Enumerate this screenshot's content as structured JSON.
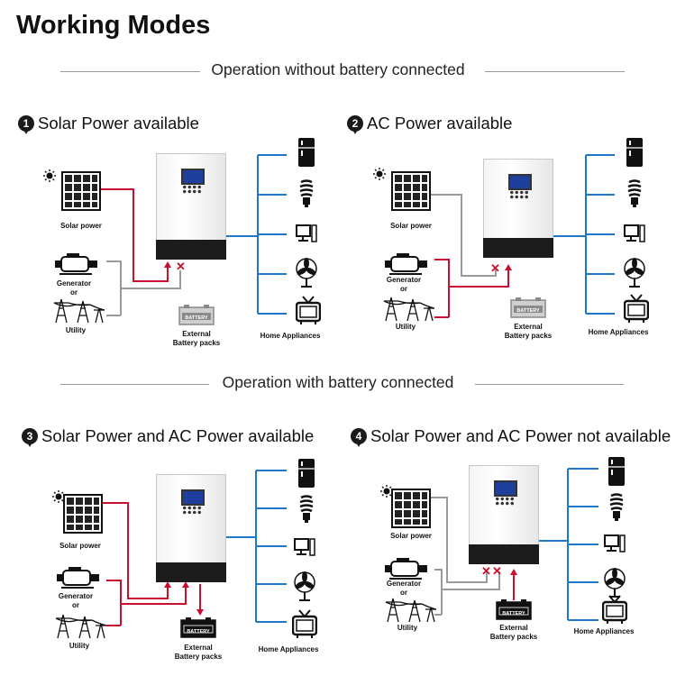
{
  "title": "Working Modes",
  "sections": [
    {
      "label": "Operation without battery connected"
    },
    {
      "label": "Operation with battery connected"
    }
  ],
  "modes": [
    {
      "number": "1",
      "title": "Solar Power available"
    },
    {
      "number": "2",
      "title": "AC Power available"
    },
    {
      "number": "3",
      "title": "Solar Power and AC Power available"
    },
    {
      "number": "4",
      "title": "Solar Power and AC Power not available"
    }
  ],
  "labels": {
    "solar": "Solar power",
    "generator": "Generator",
    "or": "or",
    "utility": "Utility",
    "battery_text": "BATTERY",
    "external_battery": "External",
    "battery_packs": "Battery packs",
    "home_appliances": "Home Appliances",
    "x_mark": "✕"
  },
  "colors": {
    "ac_line": "#c8102e",
    "output_line": "#1f77c9",
    "idle_line": "#9a9a9a"
  }
}
